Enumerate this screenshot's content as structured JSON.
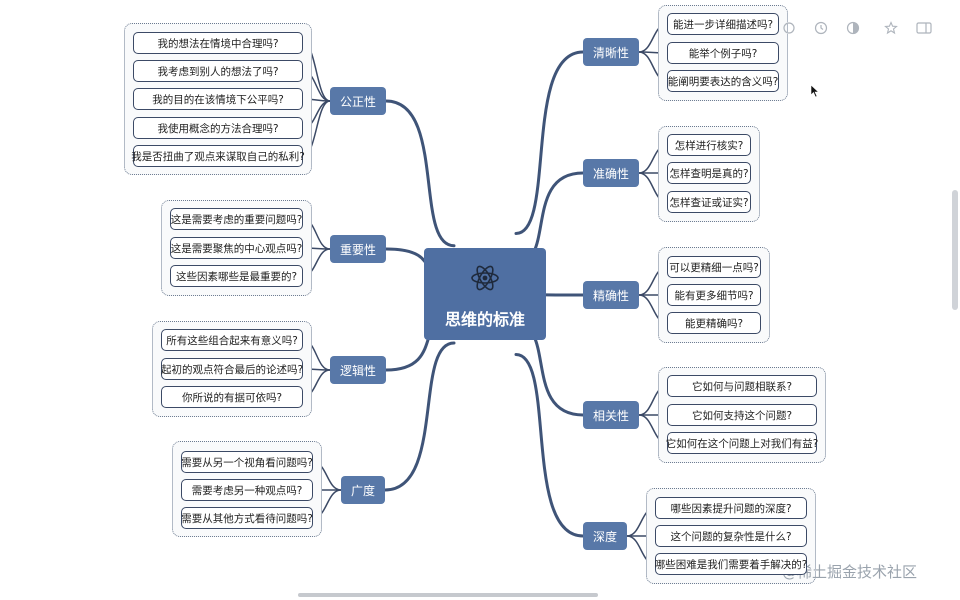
{
  "center": {
    "title": "思维的标准",
    "icon": "atom-icon"
  },
  "branches": {
    "clarity": {
      "label": "清晰性",
      "items": [
        "能进一步详细描述吗?",
        "能举个例子吗?",
        "能阐明要表达的含义吗?"
      ]
    },
    "accuracy": {
      "label": "准确性",
      "items": [
        "怎样进行核实?",
        "怎样查明是真的?",
        "怎样查证或证实?"
      ]
    },
    "precision": {
      "label": "精确性",
      "items": [
        "可以更精细一点吗?",
        "能有更多细节吗?",
        "能更精确吗?"
      ]
    },
    "relevance": {
      "label": "相关性",
      "items": [
        "它如何与问题相联系?",
        "它如何支持这个问题?",
        "它如何在这个问题上对我们有益?"
      ]
    },
    "depth": {
      "label": "深度",
      "items": [
        "哪些因素提升问题的深度?",
        "这个问题的复杂性是什么?",
        "哪些困难是我们需要着手解决的?"
      ]
    },
    "fairness": {
      "label": "公正性",
      "items": [
        "我的想法在情境中合理吗?",
        "我考虑到别人的想法了吗?",
        "我的目的在该情境下公平吗?",
        "我使用概念的方法合理吗?",
        "我是否扭曲了观点来谋取自己的私利?"
      ]
    },
    "significance": {
      "label": "重要性",
      "items": [
        "这是需要考虑的重要问题吗?",
        "这是需要聚焦的中心观点吗?",
        "这些因素哪些是最重要的?"
      ]
    },
    "logic": {
      "label": "逻辑性",
      "items": [
        "所有这些组合起来有意义吗?",
        "起初的观点符合最后的论述吗?",
        "你所说的有据可依吗?"
      ]
    },
    "breadth": {
      "label": "广度",
      "items": [
        "需要从另一个视角看问题吗?",
        "需要考虑另一种观点吗?",
        "需要从其他方式看待问题吗?"
      ]
    }
  },
  "toolbar": [
    "share-icon",
    "history-icon",
    "theme-icon",
    "star-icon",
    "sidebar-icon"
  ],
  "watermark": "@稀土掘金技术社区",
  "colors": {
    "branch": "#5878a8",
    "center": "#4f6fa2",
    "link": "#3f5478",
    "leaf_border": "#3c4a66"
  }
}
